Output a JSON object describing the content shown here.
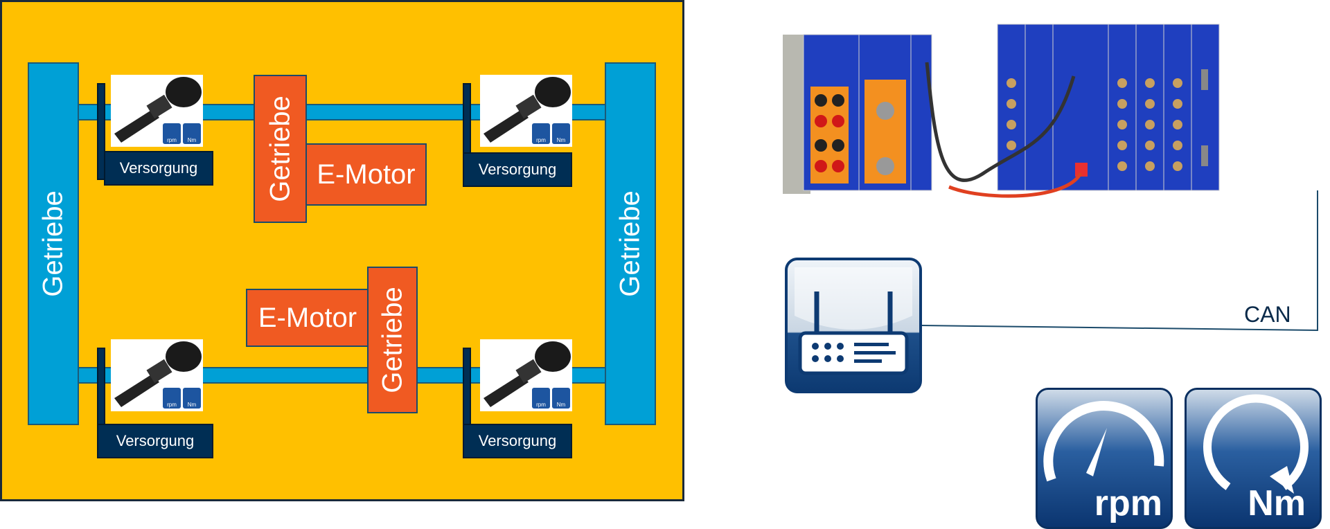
{
  "diagram": {
    "gearbox_label": "Getriebe",
    "motor_label": "E-Motor",
    "supply_label": "Versorgung",
    "sensor_badges": {
      "speed": "rpm",
      "torque": "Nm"
    },
    "bus_label": "CAN",
    "colors": {
      "background": "#ffc000",
      "gearbox_side": "#00a0d6",
      "drive": "#f05a22",
      "supply": "#002e54"
    }
  },
  "legend_icons": {
    "speed_label": "rpm",
    "torque_label": "Nm"
  }
}
